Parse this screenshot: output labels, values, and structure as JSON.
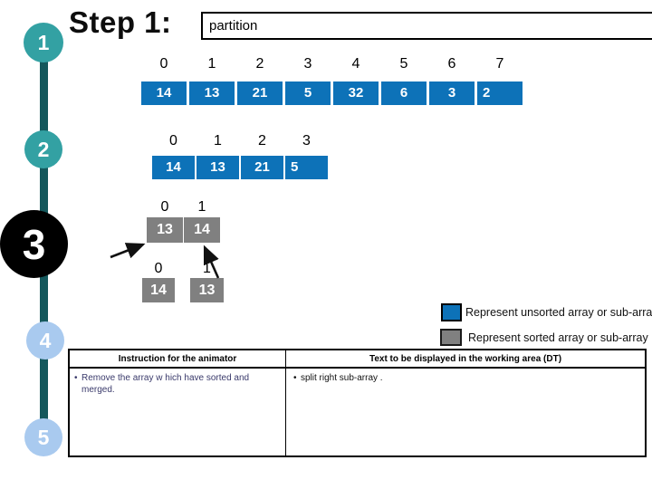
{
  "title": "Step 1:",
  "partition_box": {
    "text": "partition"
  },
  "timeline": {
    "steps": [
      "1",
      "2",
      "3",
      "4",
      "5"
    ]
  },
  "arrays": {
    "unsorted_full": {
      "indices": [
        "0",
        "1",
        "2",
        "3",
        "4",
        "5",
        "6",
        "7"
      ],
      "values": [
        "14",
        "13",
        "21",
        "5",
        "32",
        "6",
        "3",
        "2"
      ]
    },
    "unsorted_left": {
      "indices": [
        "0",
        "1",
        "2",
        "3"
      ],
      "values": [
        "14",
        "13",
        "21",
        "5"
      ]
    },
    "sorted_merged": {
      "indices": [
        "0",
        "1"
      ],
      "values": [
        "13",
        "14"
      ]
    },
    "sorted_split": {
      "indices": [
        "0",
        "1"
      ],
      "values": [
        "14",
        "13"
      ]
    }
  },
  "legend": {
    "items": [
      {
        "color": "#0d72b8",
        "label": "Represent  unsorted array or sub-array"
      },
      {
        "color": "#808080",
        "label": "Represent  sorted array or sub-array"
      }
    ]
  },
  "table": {
    "bullet": "•",
    "headers": {
      "left": "Instruction for the animator",
      "right": "Text to be displayed in the working area (DT)"
    },
    "row": {
      "left": "Remove the array w hich have sorted and merged.",
      "right": "split right  sub-array ."
    }
  },
  "colors": {
    "unsorted_blue": "#0d72b8",
    "sorted_gray": "#808080",
    "timeline_teal": "#33a1a3",
    "timeline_line": "#14585c",
    "step_light_blue": "#a9caef",
    "step_current_black": "#000000",
    "instruction_text": "#3a3a6b"
  }
}
